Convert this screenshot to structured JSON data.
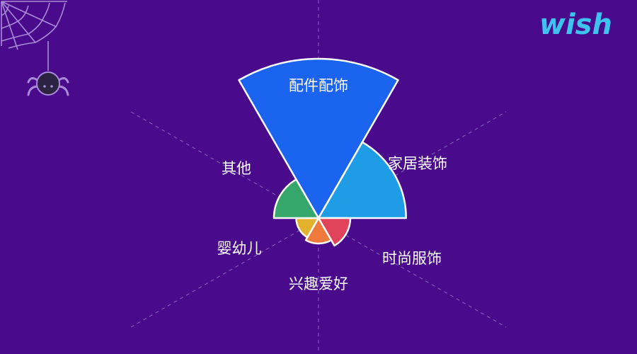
{
  "brand": {
    "logo_text": "wish",
    "logo_color": "#3ec2ee"
  },
  "colors": {
    "background": "#4a0a8c",
    "guide_line": "#9a7fc6",
    "web": "#a98bd8",
    "spider_body": "#2b2340"
  },
  "chart_data": {
    "type": "rose",
    "title": "",
    "categories": [
      "配件配饰",
      "家居装饰",
      "时尚服饰",
      "兴趣爱好",
      "婴幼儿",
      "其他"
    ],
    "series": [
      {
        "values": [
          10.0,
          5.5,
          2.0,
          1.6,
          1.4,
          2.8
        ],
        "colors": [
          "#1a64ef",
          "#1e9de6",
          "#e0435a",
          "#ee7a3c",
          "#e3b22c",
          "#35a76a"
        ]
      }
    ],
    "scale": "radius proportional to value"
  }
}
